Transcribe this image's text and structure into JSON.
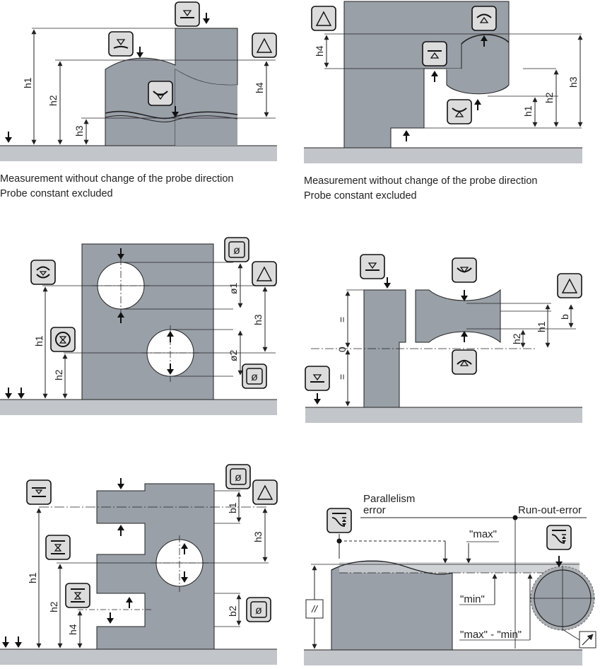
{
  "captions": {
    "top_left": [
      "Measurement without change of the probe direction",
      "Probe constant excluded"
    ],
    "top_right": [
      "Measurement without change of the probe direction",
      "Probe constant excluded"
    ]
  },
  "labels": {
    "h1": "h1",
    "h2": "h2",
    "h3": "h3",
    "h4": "h4",
    "d1": "ø1",
    "d2": "ø2",
    "b": "b",
    "b1": "b1",
    "b2": "b2",
    "eq": "=",
    "zero": "0"
  },
  "panel6": {
    "parallelism": [
      "Parallelism",
      "error"
    ],
    "runout": "Run-out-error",
    "max": "\"max\"",
    "min": "\"min\"",
    "maxmin": "\"max\" - \"min\"",
    "parallel_symbol": "//"
  },
  "colors": {
    "part": "#9aa0a8",
    "base": "#c2c5c9",
    "icon_bg": "#dcdcdc",
    "line": "#222222"
  }
}
